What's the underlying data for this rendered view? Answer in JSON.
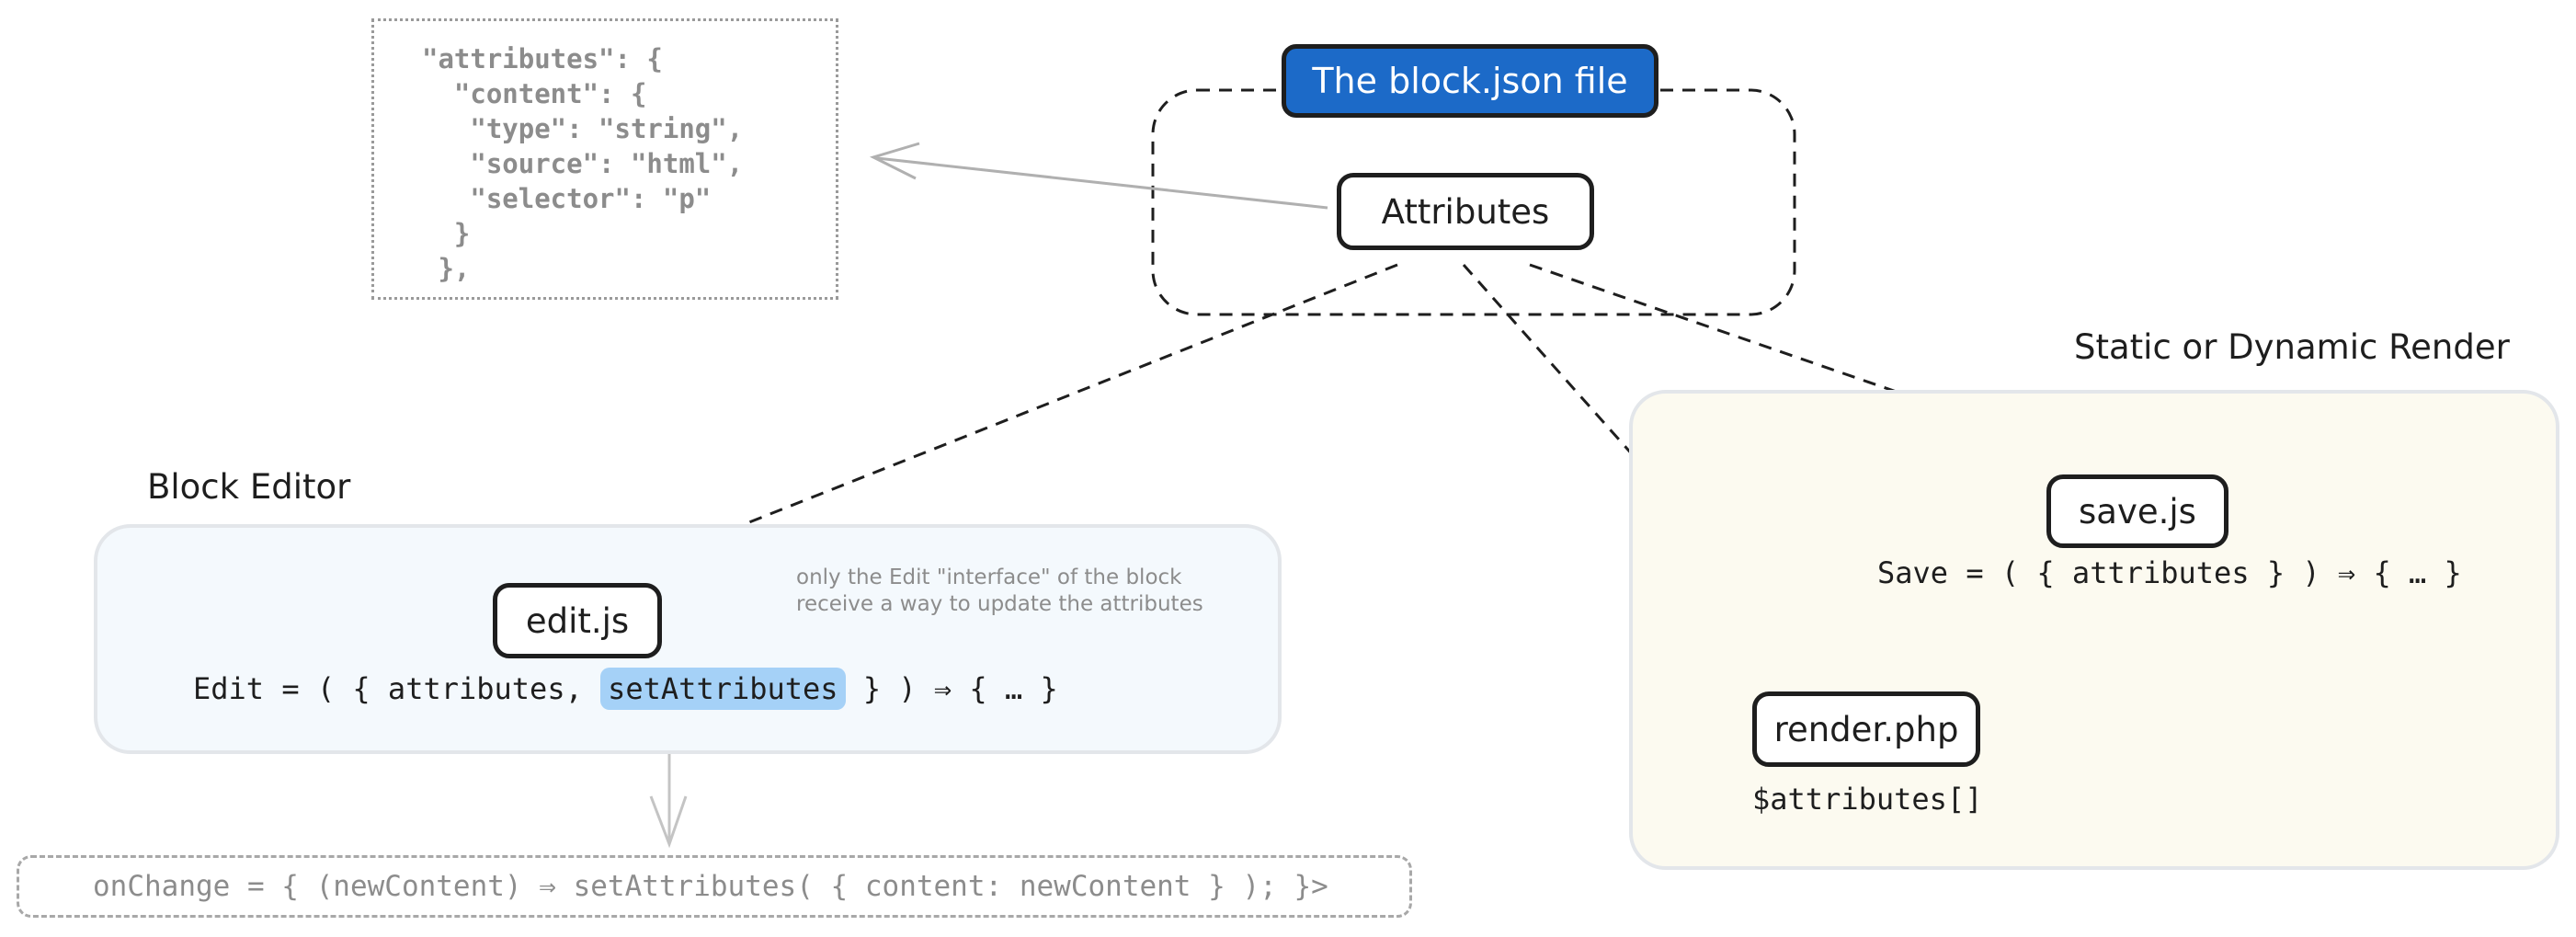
{
  "title": "The block.json file",
  "json_snippet": "\"attributes\": {\n  \"content\": {\n   \"type\": \"string\",\n   \"source\": \"html\",\n   \"selector\": \"p\"\n  }\n },",
  "nodes": {
    "attributes": "Attributes",
    "edit": "edit.js",
    "save": "save.js",
    "render": "render.php"
  },
  "sections": {
    "editor_label": "Block Editor",
    "render_label": "Static or Dynamic Render"
  },
  "code": {
    "edit_prefix": "Edit = ( { attributes, ",
    "edit_highlight": "setAttributes",
    "edit_suffix": " } ) ⇒ {  …  }",
    "save": "Save = ( { attributes } ) ⇒ {  …  }",
    "render": "$attributes[]",
    "onchange": "onChange = { (newContent) ⇒ setAttributes( { content: newContent } ); }>"
  },
  "note": "only the Edit \"interface\" of the block\nreceive a way to update the attributes",
  "colors": {
    "title_bg": "#1c6ac8",
    "editor_panel": "#f4f9fd",
    "render_panel": "#fcfaf0",
    "highlight": "#a5d1f7",
    "muted": "#8c8c8c"
  }
}
